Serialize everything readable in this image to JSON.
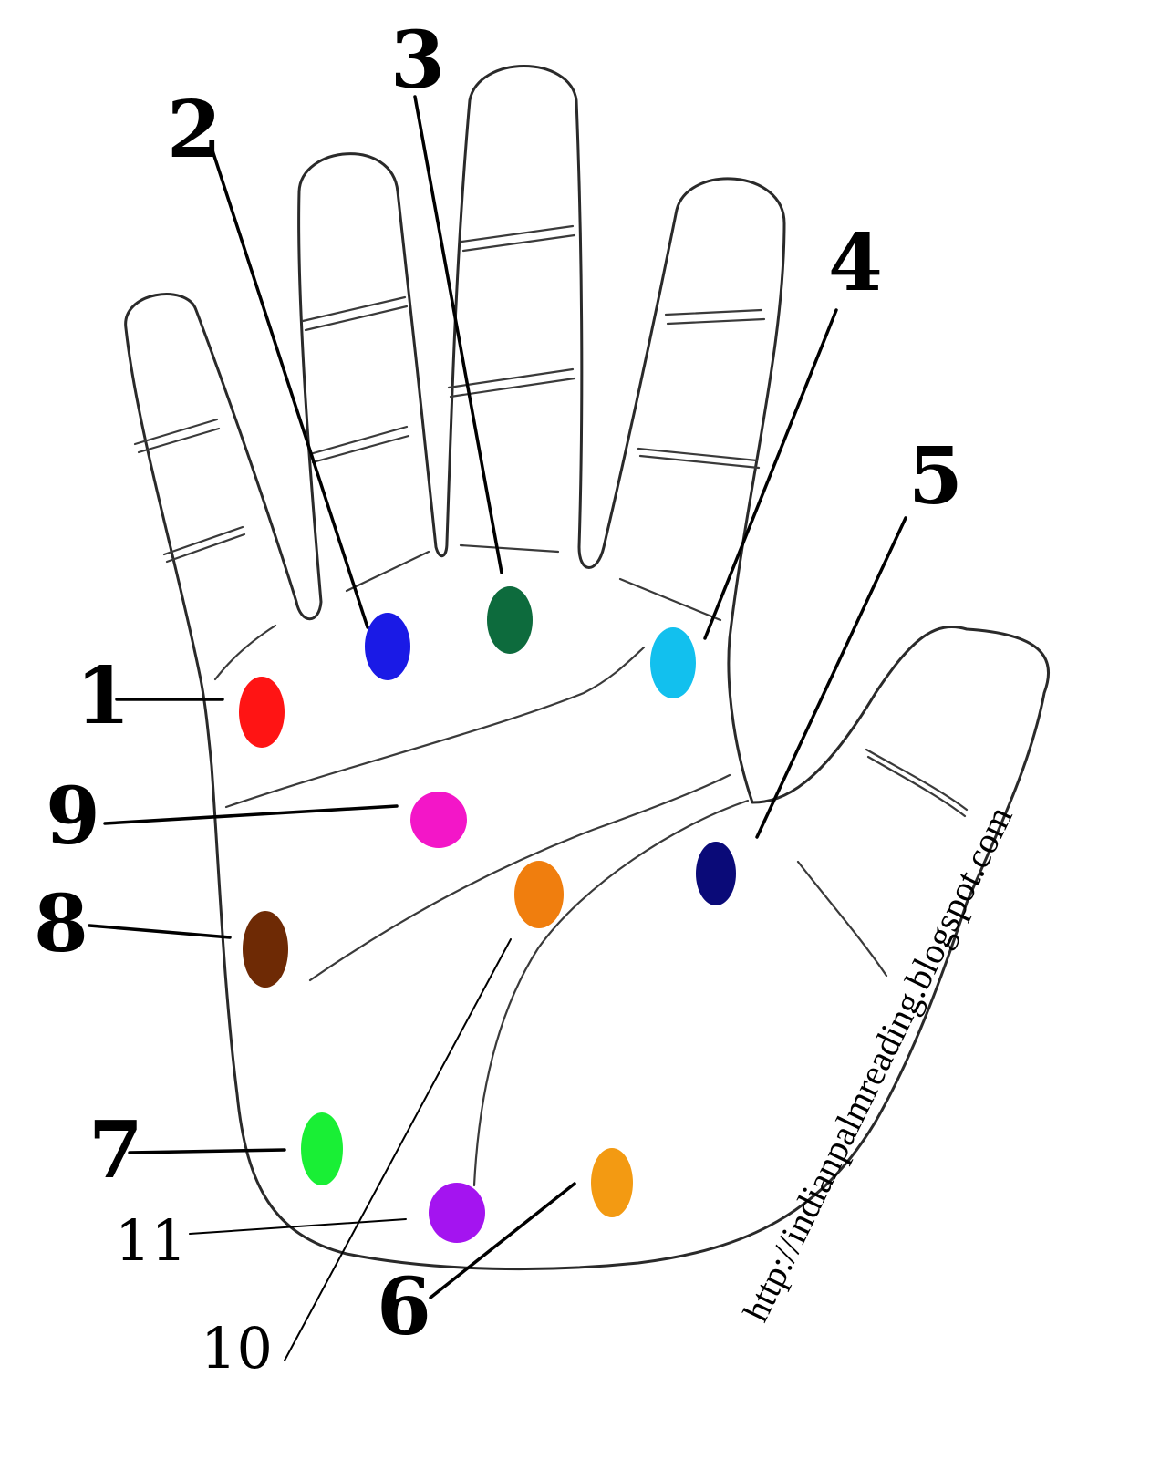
{
  "markers": [
    {
      "id": "1",
      "color": "#ff1414"
    },
    {
      "id": "2",
      "color": "#1a1ae6"
    },
    {
      "id": "3",
      "color": "#0d6b3d"
    },
    {
      "id": "4",
      "color": "#12c0ee"
    },
    {
      "id": "5",
      "color": "#0a0a78"
    },
    {
      "id": "6",
      "color": "#f39a12"
    },
    {
      "id": "7",
      "color": "#19ef35"
    },
    {
      "id": "8",
      "color": "#6e2a05"
    },
    {
      "id": "9",
      "color": "#f316c8"
    },
    {
      "id": "10",
      "color": "#f07e0e"
    },
    {
      "id": "11",
      "color": "#a414f0"
    }
  ],
  "labels": {
    "n1": "1",
    "n2": "2",
    "n3": "3",
    "n4": "4",
    "n5": "5",
    "n6": "6",
    "n7": "7",
    "n8": "8",
    "n9": "9",
    "n10": "10",
    "n11": "11"
  },
  "watermark": "http://indianpalmreading.blogspot.com"
}
